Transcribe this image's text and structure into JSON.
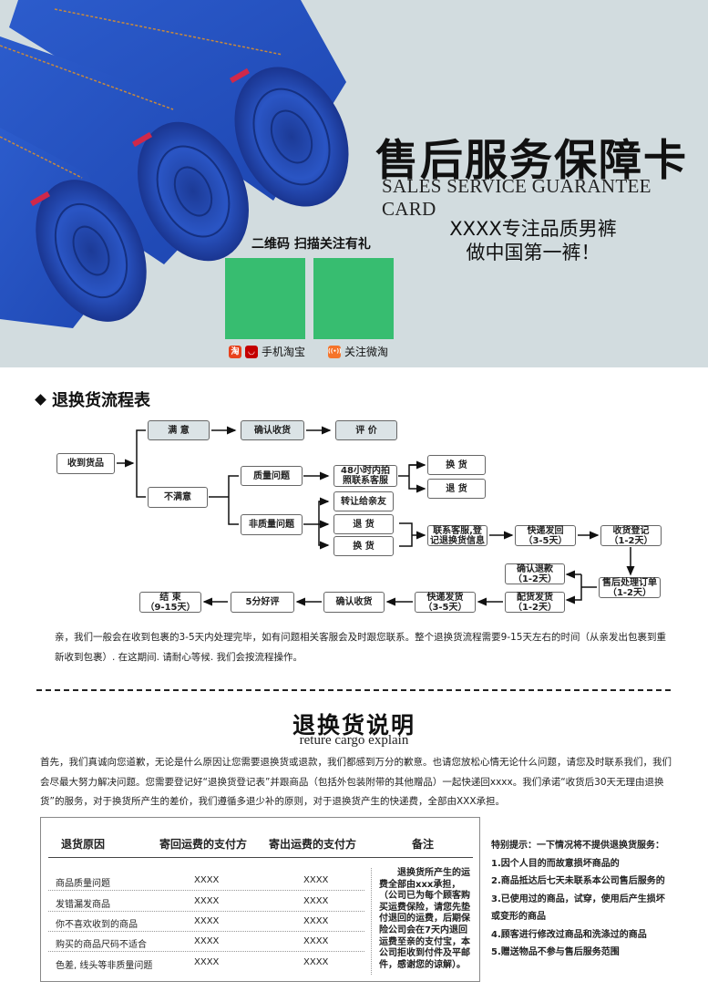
{
  "banner": {
    "title_cn": "售后服务保障卡",
    "title_en": "SALES SERVICE GUARANTEE CARD",
    "slogan_line1": "XXXX专注品质男裤",
    "slogan_line2": "做中国第一裤！",
    "qr_heading": "二维码 扫描关注有礼",
    "qr_color": "#37bd70",
    "qr_codes": [
      {
        "label": "手机淘宝",
        "icons": [
          "taobao-icon",
          "tmall-icon"
        ]
      },
      {
        "label": "关注微淘",
        "icons": [
          "weitao-icon"
        ]
      }
    ],
    "icon_glyphs": {
      "taobao": "淘",
      "tmall": "◡",
      "weitao": "((•))"
    },
    "image_subject": "rolled blue jeans"
  },
  "flow": {
    "title": "退换货流程表",
    "nodes": {
      "received": "收到货品",
      "satisfied": "满 意",
      "confirm_receipt_top": "确认收货",
      "review": "评 价",
      "unsatisfied": "不满意",
      "quality_issue": "质量问题",
      "non_quality_issue": "非质量问题",
      "contact_48h": "48小时内拍\n照联系客服",
      "exchange_a": "换 货",
      "return_a": "退 货",
      "transfer": "转让给亲友",
      "return_b": "退 货",
      "exchange_b": "换 货",
      "contact_register": "联系客服,登\n记退换货信息",
      "ship_back": "快递发回\n（3-5天）",
      "receive_register": "收货登记\n（1-2天）",
      "process_order": "售后处理订单\n（1-2天）",
      "confirm_refund": "确认退款\n（1-2天）",
      "pick_ship": "配货发货\n（1-2天）",
      "express_ship": "快递发货\n（3-5天）",
      "confirm_receipt_bottom": "确认收货",
      "five_star": "5分好评",
      "end": "结 束\n（9-15天）"
    },
    "note": "亲，我们一般会在收到包裹的3-5天内处理完毕，如有问题相关客服会及时跟您联系。整个退换货流程需要9-15天左右的时间（从亲发出包裹到重新收到包裹）. 在这期间. 请耐心等候. 我们会按流程操作。"
  },
  "explain": {
    "title": "退换货说明",
    "subtitle": "reture cargo explain",
    "paragraph": "首先，我们真诚向您道歉，无论是什么原因让您需要退换货或退款，我们都感到万分的歉意。也请您放松心情无论什么问题，请您及时联系我们，我们会尽最大努力解决问题。您需要登记好“退换货登记表”并跟商品（包括外包装附带的其他赠品）一起快递回xxxx。我们承诺“收货后30天无理由退换货”的服务，对于换货所产生的差价，我们遵循多退少补的原则，对于退换货产生的快递费，全部由XXX承担。",
    "table": {
      "headers": [
        "退货原因",
        "寄回运费的支付方",
        "寄出运费的支付方",
        "备注"
      ],
      "rows": [
        [
          "商品质量问题",
          "XXXX",
          "XXXX"
        ],
        [
          "发错漏发商品",
          "XXXX",
          "XXXX"
        ],
        [
          "你不喜欢收到的商品",
          "XXXX",
          "XXXX"
        ],
        [
          "购买的商品尺码不适合",
          "XXXX",
          "XXXX"
        ],
        [
          "色差, 线头等非质量问题",
          "XXXX",
          "XXXX"
        ]
      ],
      "note": "退换货所产生的运费全部由xxx承担，（公司已为每个顾客购买运费保险，请您先垫付退回的运费，后期保险公司会在7天内退回运费至亲的支付宝，本公司拒收到付件及平邮件，感谢您的谅解）。"
    },
    "tips": {
      "heading": "特别提示：一下情况将不提供退换货服务：",
      "items": [
        "1.因个人目的而故意损坏商品的",
        "2.商品抵达后七天未联系本公司售后服务的",
        "3.已使用过的商品，试穿，使用后产生损坏\n或变形的商品",
        "4.顾客进行修改过商品和洗涤过的商品",
        "5.赠送物品不参与售后服务范围"
      ]
    }
  }
}
